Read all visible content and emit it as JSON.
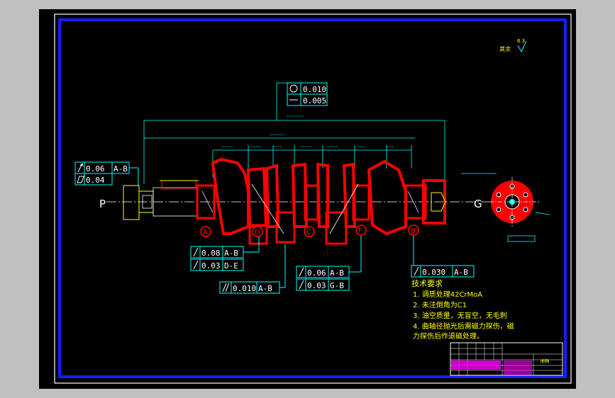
{
  "colors": {
    "paper": "#000000",
    "outer_frame": "#ffffff",
    "inner_frame": "#1020ff",
    "part": "#ff0000",
    "dim": "#00ffff",
    "note": "#ffff00",
    "white": "#ffffff",
    "magenta": "#ff00ff",
    "green": "#00ff00"
  },
  "roughness": {
    "label": "其余",
    "value": "6.3"
  },
  "tolerances": {
    "top_roundness": "0.010",
    "top_straightness": "0.005",
    "left_runout": "0.06",
    "left_runout_ref": "A-B",
    "left_flatness": "0.04",
    "mid_runout1": "0.08",
    "mid_runout1_ref": "A-B",
    "mid_runout2": "0.03",
    "mid_runout2_ref": "D-E",
    "parallel": "0.010",
    "parallel_ref": "A-B",
    "center_runout1": "0.06",
    "center_runout1_ref": "A-B",
    "center_runout2": "0.03",
    "center_runout2_ref": "G-B",
    "right_runout": "0.030",
    "right_runout_ref": "A-B"
  },
  "datums": [
    "A",
    "D",
    "C",
    "F",
    "B"
  ],
  "ends": {
    "left": "P",
    "right": "G"
  },
  "tech_requirements": {
    "title": "技术要求",
    "items": [
      "1. 调质处理42CrMoA",
      "2. 未注倒角为C1",
      "3. 油空质量，无盲空，无毛刺",
      "4. 曲轴径抛光后需磁力探伤，磁",
      "力探伤后作退磁处理。"
    ]
  },
  "title_block": {
    "drawing_name": "曲轴"
  }
}
